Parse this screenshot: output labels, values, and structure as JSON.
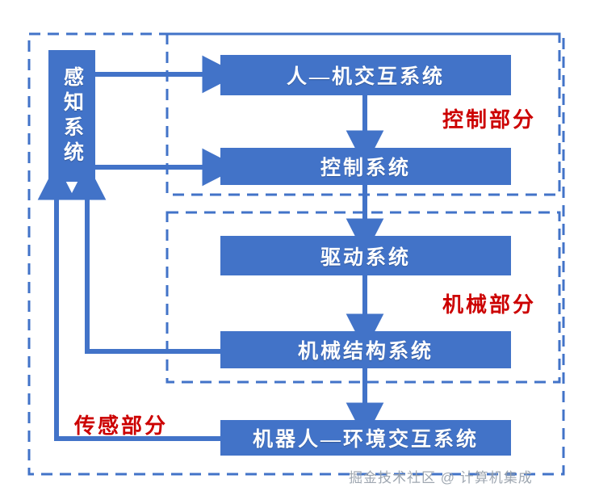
{
  "diagram": {
    "title_present": false,
    "colors": {
      "box_fill": "#4273c8",
      "box_text": "#ffffff",
      "line": "#4273c8",
      "dashed_border": "#4273c8",
      "zone_label": "#cc0000",
      "watermark": "#9aa3ad",
      "background": "#ffffff"
    },
    "nodes": [
      {
        "id": "perception",
        "label": "感知系统",
        "orientation": "vertical"
      },
      {
        "id": "hmi",
        "label": "人—机交互系统",
        "orientation": "horizontal"
      },
      {
        "id": "control",
        "label": "控制系统",
        "orientation": "horizontal"
      },
      {
        "id": "drive",
        "label": "驱动系统",
        "orientation": "horizontal"
      },
      {
        "id": "mechanical",
        "label": "机械结构系统",
        "orientation": "horizontal"
      },
      {
        "id": "robot_env",
        "label": "机器人—环境交互系统",
        "orientation": "horizontal"
      }
    ],
    "zones": [
      {
        "id": "control_zone",
        "label": "控制部分"
      },
      {
        "id": "mechanical_zone",
        "label": "机械部分"
      },
      {
        "id": "sensing_zone",
        "label": "传感部分"
      }
    ],
    "edges": [
      {
        "from": "perception",
        "to": "hmi",
        "style": "arrow"
      },
      {
        "from": "perception",
        "to": "control",
        "style": "arrow"
      },
      {
        "from": "hmi",
        "to": "control",
        "style": "arrow"
      },
      {
        "from": "control",
        "to": "drive",
        "style": "arrow"
      },
      {
        "from": "drive",
        "to": "mechanical",
        "style": "arrow"
      },
      {
        "from": "mechanical",
        "to": "robot_env",
        "style": "arrow"
      },
      {
        "from": "mechanical",
        "to": "perception",
        "style": "feedback-arrow"
      },
      {
        "from": "robot_env",
        "to": "perception",
        "style": "feedback-arrow"
      }
    ],
    "watermark": "掘金技术社区 @ 计算机集成"
  }
}
